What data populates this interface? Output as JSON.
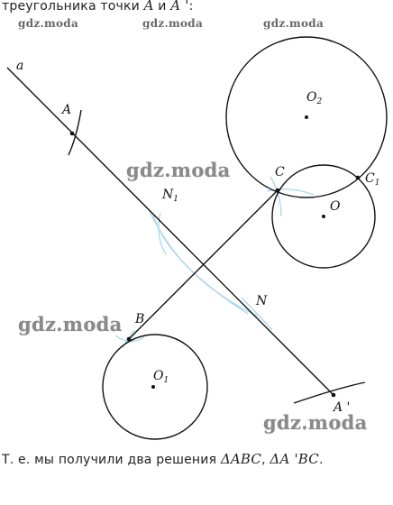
{
  "text": {
    "top_prefix": "треугольника точки ",
    "top_point_a": "A",
    "top_and": " и ",
    "top_point_a_prime": "A '",
    "top_suffix": ":",
    "bottom_prefix": "Т. е. мы получили два решения ",
    "bottom_solution_1": "ΔABC",
    "bottom_sep": ", ",
    "bottom_solution_2": "ΔA 'BC",
    "bottom_suffix": "."
  },
  "watermarks": {
    "small": [
      "gdz.moda",
      "gdz.moda",
      "gdz.moda"
    ],
    "big": [
      "gdz.moda",
      "gdz.moda",
      "gdz.moda"
    ]
  },
  "labels": {
    "line_a": "a",
    "A": "A",
    "N1": "N",
    "N1_sub": "1",
    "N": "N",
    "B": "B",
    "C": "C",
    "C1": "C",
    "C1_sub": "1",
    "O": "O",
    "O1": "O",
    "O1_sub": "1",
    "O2": "O",
    "O2_sub": "2",
    "A_prime": "A '"
  },
  "colors": {
    "stroke": "#111111",
    "construction": "#a9d6ef"
  }
}
